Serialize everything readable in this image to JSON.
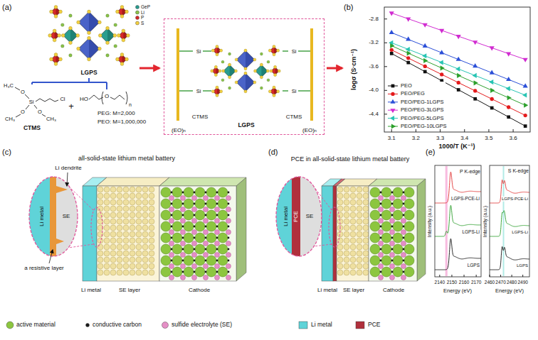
{
  "diagram": {
    "nodes": [
      {
        "text": [
          "Si",
          "Si",
          "Si",
          "Si",
          "CTMS",
          "LGPS",
          "CTMS",
          "(EO)ₙ",
          "(EO)ₙ"
        ]
      },
      {
        "text": [
          "Li metal"
        ]
      },
      {
        "text": [
          "SE"
        ]
      },
      {
        "text": [
          "Li metal"
        ]
      },
      {
        "text": [
          "PCE"
        ]
      },
      {
        "text": [
          "SE"
        ]
      }
    ],
    "labels": [
      "(a)",
      "LGPS",
      "H₃C",
      "O",
      "Si",
      "Cl",
      "O",
      "CH₃",
      "O",
      "CH₃",
      "CTMS",
      "+",
      "HO",
      "O",
      "n",
      "PEG: M=2,000",
      "PEO: M=1,000,000",
      "(b)",
      "-2.8",
      "-3.2",
      "-3.6",
      "-4.0",
      "-4.4",
      "logσ (S·cm⁻¹)",
      "3.1",
      "3.2",
      "3.3",
      "3.4",
      "3.5",
      "3.6",
      "1000/T (K⁻¹)",
      "(c)",
      "all-solid-state lithium metal battery",
      "Li dendrite",
      "a resistive layer",
      "Li metal",
      "SE layer",
      "Cathode",
      "(d)",
      "PCE in all-solid-state lithium metal battery",
      "Li metal",
      "SE layer",
      "Cathode",
      "(e)",
      "P K-edge",
      "LGPS-PCE-Li",
      "LGPS-Li",
      "LGPS",
      "Intensity (a.u.)",
      "2140",
      "2150",
      "2160",
      "2170",
      "Energy (eV)",
      "S K-edge",
      "LGPS-PCE-Li",
      "LGPS-Li",
      "LGPS",
      "Intensity (a.u.)",
      "2460",
      "2470",
      "2480",
      "2490",
      "Energy (eV)"
    ],
    "legend": [
      {
        "text": "GeP",
        "color": "#2a9d8f"
      },
      {
        "text": "Li",
        "color": "#8bc34a"
      },
      {
        "text": "P",
        "color": "#d62828"
      },
      {
        "text": "S",
        "color": "#f4d03f"
      },
      {
        "text": "PEO"
      },
      {
        "text": "PEO/PEG"
      },
      {
        "text": "PEO/PEG-1LGPS"
      },
      {
        "text": "PEO/PEG-3LGPS"
      },
      {
        "text": "PEO/PEG-5LGPS"
      },
      {
        "text": "PEO/PEG-10LGPS"
      },
      {
        "text": "active material",
        "color": "#8cc63f"
      },
      {
        "text": "conductive carbon",
        "color": "#1a1a1a"
      },
      {
        "text": "sulfide electrolyte (SE)",
        "color": "#e58fc6"
      },
      {
        "text": "Li metal",
        "color": "#5fd3d8"
      },
      {
        "text": "PCE",
        "color": "#b0303c"
      }
    ]
  }
}
